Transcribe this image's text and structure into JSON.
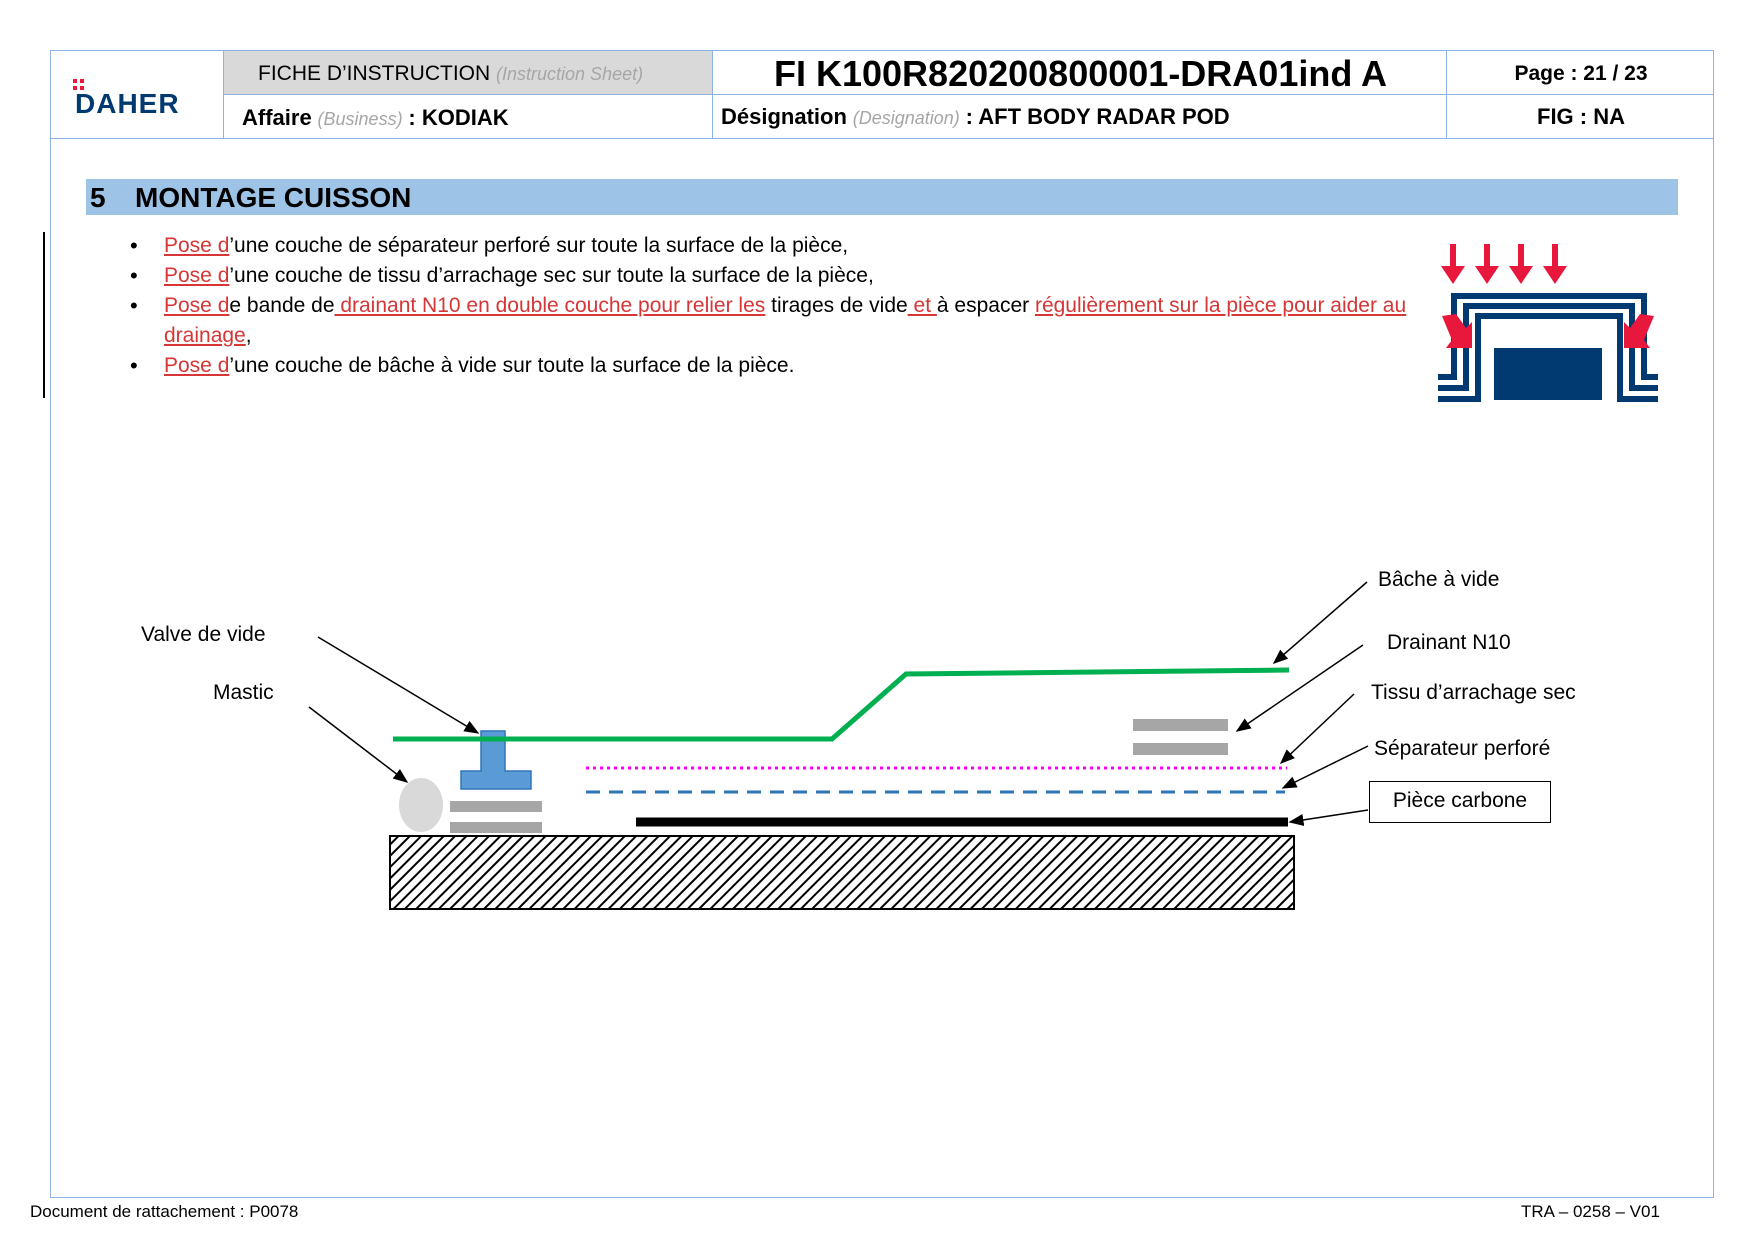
{
  "header": {
    "logo_text": "DAHER",
    "sheet_title_fr": "FICHE D’INSTRUCTION",
    "sheet_title_en": "(Instruction Sheet)",
    "document_number": "FI K100R820200800001-DRA01ind A",
    "page_label": "Page : 21 / 23",
    "affaire_label": "Affaire",
    "affaire_en": "(Business)",
    "affaire_value": ": KODIAK",
    "designation_label": "Désignation",
    "designation_en": "(Designation)",
    "designation_value": ":  AFT BODY RADAR POD",
    "fig_label": "FIG : NA"
  },
  "section": {
    "number": "5",
    "title": "MONTAGE CUISSON"
  },
  "bullets": [
    {
      "red": "Pose d",
      "text": "’une couche de séparateur perforé sur toute la surface de la pièce,"
    },
    {
      "red": "Pose d",
      "text": "’une couche de tissu d’arrachage sec sur toute la surface de la pièce,"
    },
    {
      "red": "Pose d",
      "text": "e bande de",
      "red2": " drainant N10 en double couche pour relier les",
      "text2": " tirages de vide",
      "red3": " et ",
      "text3": "à espacer ",
      "red4": "régulièrement sur la pièce pour aider au drainage",
      "text4": ","
    },
    {
      "red": "Pose d",
      "text": "’une couche de bâche à vide sur toute la surface de la pièce."
    }
  ],
  "diagram": {
    "labels": {
      "valve": "Valve de vide",
      "mastic": "Mastic",
      "bache": "Bâche à vide",
      "drainant": "Drainant N10",
      "tissu": "Tissu d’arrachage sec",
      "separateur": "Séparateur perforé",
      "piece": "Pièce carbone"
    },
    "colors": {
      "bache": "#00b050",
      "separateur": "#ff00ff",
      "tissu": "#2e75b6",
      "piece": "#000000",
      "drainant": "#a6a6a6",
      "valve": "#5b9bd5"
    }
  },
  "footer": {
    "left": "Document de rattachement : P0078",
    "right": "TRA – 0258 – V01"
  },
  "colors": {
    "border": "#8db3e2",
    "section_bg": "#9dc3e6",
    "header_grey": "#d9d9d9",
    "daher_blue": "#003a70",
    "red": "#d63636",
    "icon_red": "#e8173c"
  }
}
